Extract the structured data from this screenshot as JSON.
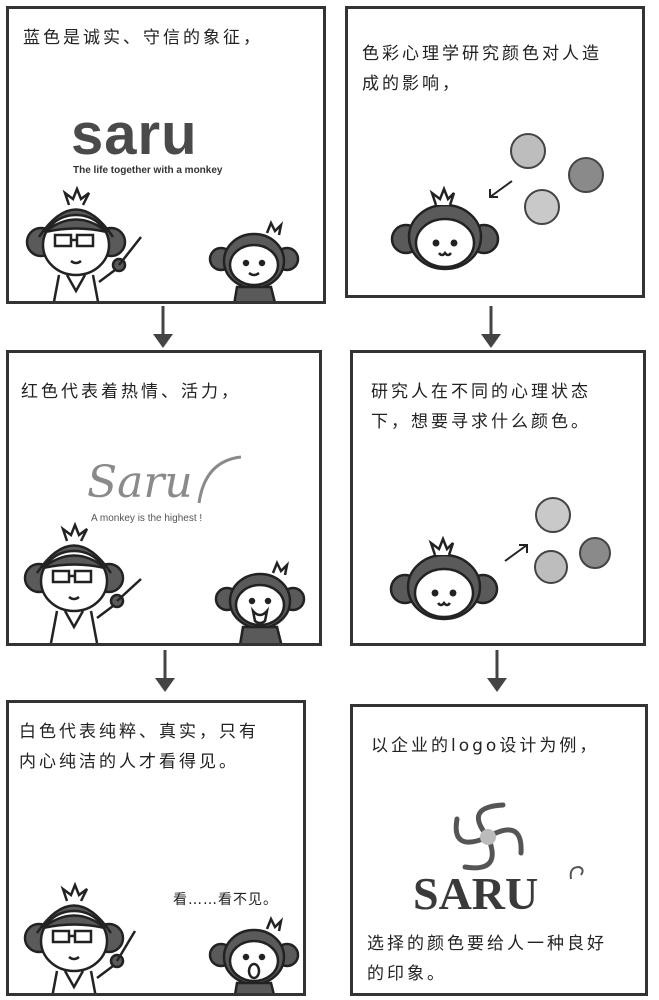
{
  "panels": [
    {
      "caption": "蓝色是诚实、守信的象征，",
      "logo_text": "saru",
      "logo_tagline": "The life together with a monkey"
    },
    {
      "caption": "色彩心理学研究颜色对人造\n成的影响，"
    },
    {
      "caption": "红色代表着热情、活力，",
      "logo_text": "Saru",
      "logo_tagline": "A monkey is the highest !"
    },
    {
      "caption": "研究人在不同的心理状态\n下，想要寻求什么颜色。"
    },
    {
      "caption": "白色代表纯粹、真实，只有\n内心纯洁的人才看得见。",
      "speech": "看……看不见。"
    },
    {
      "caption": "以企业的logo设计为例，",
      "logo_text": "SARU",
      "caption2": "选择的颜色要给人一种良好\n的印象。"
    }
  ],
  "icons": {
    "down_arrow": "down-arrow-icon",
    "pointer_arrow": "pointer-arrow-icon",
    "swirl_logo": "swirl-logo-icon"
  },
  "colors": {
    "outline": "#333333",
    "monkey_fill": "#5a5a5a",
    "circle_light": "#bdbdbd",
    "circle_dark": "#8a8a8a"
  }
}
